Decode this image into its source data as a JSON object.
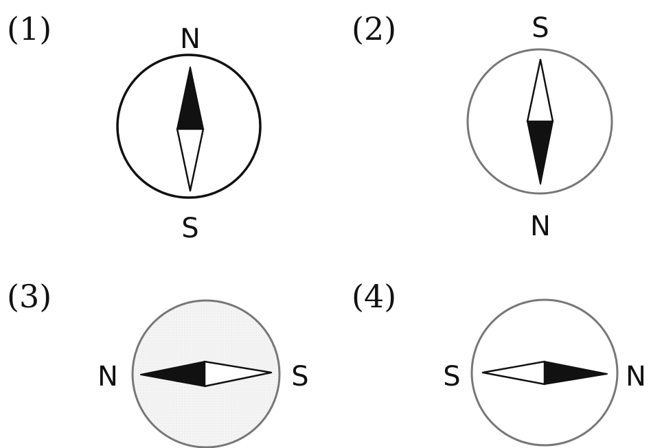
{
  "compasses": [
    {
      "number": "(1)",
      "north_label": "N",
      "south_label": "S",
      "ring_color": "#111111",
      "needle_color": "#111111",
      "face_color": "#ffffff"
    },
    {
      "number": "(2)",
      "north_label": "N",
      "south_label": "S",
      "ring_color": "#777777",
      "needle_color": "#111111",
      "face_color": "#ffffff"
    },
    {
      "number": "(3)",
      "north_label": "N",
      "south_label": "S",
      "ring_color": "#777777",
      "needle_color": "#111111",
      "face_color": "#f4f4f4"
    },
    {
      "number": "(4)",
      "north_label": "N",
      "south_label": "S",
      "ring_color": "#777777",
      "needle_color": "#111111",
      "face_color": "#ffffff"
    }
  ]
}
